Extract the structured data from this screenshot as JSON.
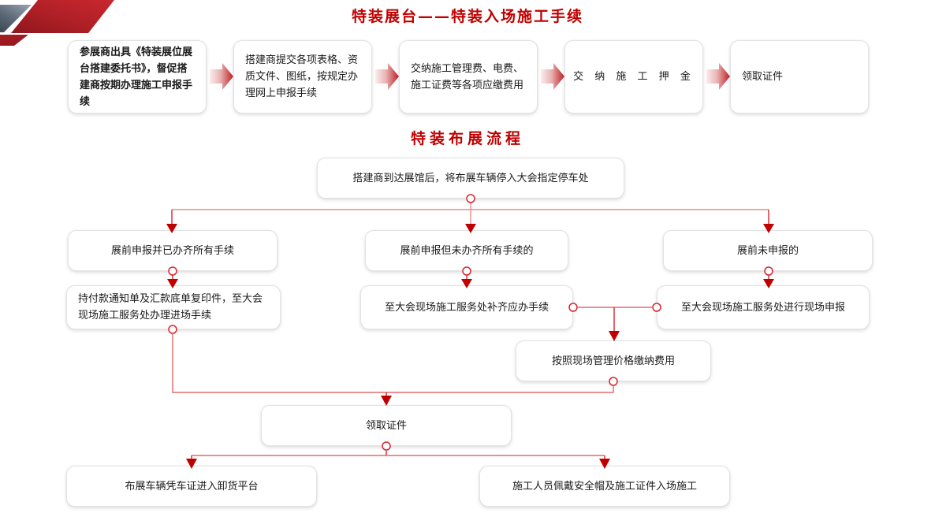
{
  "colors": {
    "title_red": "#C00000",
    "connector_red": "#D9232D",
    "connector_light": "#E98B8B",
    "arrow_dark": "#C00000",
    "corner_red_dark": "#9E1B22",
    "corner_red_light": "#C8262B",
    "corner_gray_dark": "#3A4552",
    "corner_gray_light": "#8C98A6",
    "box_border": "#E3E3E3",
    "box_bg": "#FFFFFF",
    "text": "#1A1A1A"
  },
  "section1": {
    "title": "特装展台——特装入场施工手续",
    "steps": [
      {
        "id": "s1",
        "label": "参展商出具《特装展位展台搭建委托书》，督促搭建商按期办理施工申报手续"
      },
      {
        "id": "s2",
        "label": "搭建商提交各项表格、资质文件、图纸，按规定办理网上申报手续"
      },
      {
        "id": "s3",
        "label": "交纳施工管理费、电费、施工证费等各项应缴费用"
      },
      {
        "id": "s4",
        "label": "交 纳 施 工 押 金"
      },
      {
        "id": "s5",
        "label": "领取证件"
      }
    ],
    "arrow_icon": "right-arrow-icon"
  },
  "section2": {
    "title": "特装布展流程",
    "nodes": [
      {
        "id": "n1",
        "label": "搭建商到达展馆后，将布展车辆停入大会指定停车处"
      },
      {
        "id": "n2",
        "label": "展前申报并已办齐所有手续"
      },
      {
        "id": "n3",
        "label": "展前申报但未办齐所有手续的"
      },
      {
        "id": "n4",
        "label": "展前未申报的"
      },
      {
        "id": "n5",
        "label": "持付款通知单及汇款底单复印件，至大会现场施工服务处办理进场手续"
      },
      {
        "id": "n6",
        "label": "至大会现场施工服务处补齐应办手续"
      },
      {
        "id": "n7",
        "label": "至大会现场施工服务处进行现场申报"
      },
      {
        "id": "n8",
        "label": "按照现场管理价格缴纳费用"
      },
      {
        "id": "n9",
        "label": "领取证件"
      },
      {
        "id": "n10",
        "label": "布展车辆凭车证进入卸货平台"
      },
      {
        "id": "n11",
        "label": "施工人员佩戴安全帽及施工证件入场施工"
      }
    ],
    "connector_icon": "flow-connector-icon",
    "arrow_icon": "down-arrow-icon",
    "port_icon": "connection-port-icon"
  }
}
